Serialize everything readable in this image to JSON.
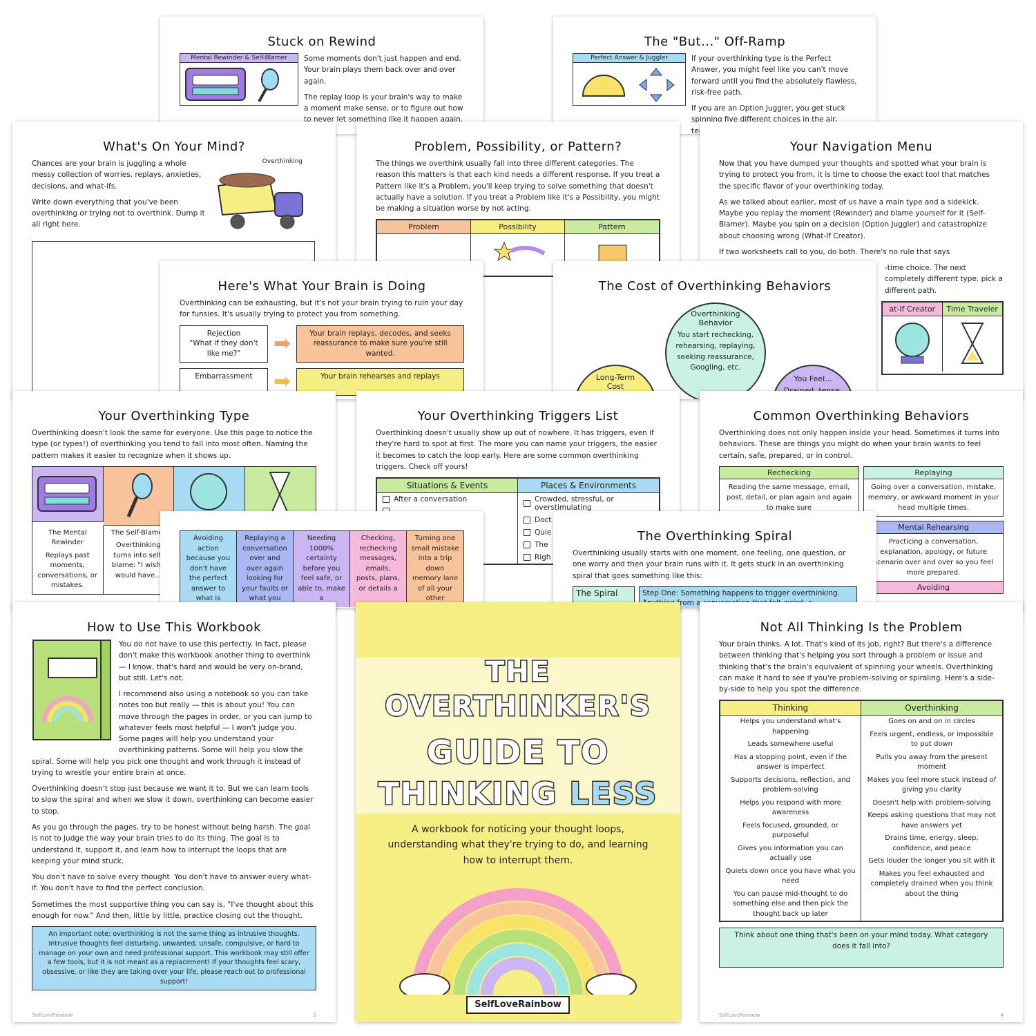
{
  "rewind": {
    "title": "Stuck on Rewind",
    "label": "Mental Rewinder & Self-Blamer",
    "p1": "Some moments don't just happen and end. Your brain plays them back over and over again.",
    "p2": "The replay loop is your brain's way to make a moment make sense, or to figure out how to never let something like it happen again. The"
  },
  "offramp": {
    "title": "The \"But...\" Off-Ramp",
    "label": "Perfect Answer & Juggler",
    "p1": "If your overthinking type is the Perfect Answer, you might feel like you can't move forward until you find the absolutely flawless, risk-free path.",
    "p2": "If you are an Option Juggler, you get stuck spinning five different choices in the air, terrified that"
  },
  "mind": {
    "title": "What's On Your Mind?",
    "p1": "Chances are your brain is juggling a whole messy collection of worries, replays, anxieties, decisions, and what-ifs.",
    "p2": "Write down everything that you've been overthinking or trying not to overthink. Dump it all right here.",
    "truck_label": "Overthinking"
  },
  "ppp": {
    "title": "Problem, Possibility, or Pattern?",
    "p1": "The things we overthink usually fall into three different categories. The reason this matters is that each kind needs a different response. If you treat a Pattern like it's a Problem, you'll keep trying to solve something that doesn't actually have a solution. If you treat a Problem like it's a Possibility, you might be making a situation worse by not acting.",
    "cols": [
      "Problem",
      "Possibility",
      "Pattern"
    ]
  },
  "nav": {
    "title": "Your Navigation Menu",
    "p1": "Now that you have dumped your thoughts and spotted what your brain is trying to protect you from, it is time to choose the exact tool that matches the specific flavor of your overthinking today.",
    "p2": "As we talked about earlier, most of us have a main type and a sidekick. Maybe you replay the moment (Rewinder) and blame yourself for it (Self-Blamer). Maybe you spin on a decision (Option Juggler) and catastrophize about choosing wrong (What-If Creator).",
    "p3": "If two worksheets call to you, do both. There's no rule that says",
    "p4": "-time choice. The next completely different type. pick a different path.",
    "cols": [
      "at-If Creator",
      "Time Traveler"
    ]
  },
  "brain": {
    "title": "Here's What Your Brain is Doing",
    "p1": "Overthinking can be exhausting, but it's not your brain trying to ruin your day for funsies. It's usually trying to protect you from something.",
    "r1_title": "Rejection",
    "r1_q": "\"What if they don't like me?\"",
    "r1_a": "Your brain replays, decodes, and seeks reassurance to make sure you're still wanted.",
    "r2_title": "Embarrassment",
    "r2_a": "Your brain rehearses and replays"
  },
  "cost": {
    "title": "The Cost of Overthinking Behaviors",
    "center_title": "Overthinking Behavior",
    "center_text": "You start rechecking, rehearsing, replaying, seeking reassurance, Googling, etc.",
    "left_title": "Long-Term Cost",
    "right_title": "You Feel...",
    "right_text": "Drained, tense,"
  },
  "type": {
    "title": "Your Overthinking Type",
    "p1": "Overthinking doesn't look the same for everyone. Use this page to notice the type (or types!) of overthinking you tend to fall into most often. Naming the pattern makes it easier to recognize when it shows up.",
    "c1_name": "The Mental Rewinder",
    "c1_desc": "Replays past moments, conversations, or mistakes.",
    "c2_name": "The Self-Blamer",
    "c2_desc": "Overthinking turns into self-blame: \"I wish I would have..."
  },
  "triggers": {
    "title": "Your Overthinking Triggers List",
    "p1": "Overthinking doesn't usually show up out of nowhere. It has triggers, even if they're hard to spot at first. The more you can name your triggers, the easier it becomes to catch the loop early. Here are some common overthinking triggers. Check off yours!",
    "h1": "Situations & Events",
    "h2": "Places & Environments",
    "i1": "After a conversation",
    "i2": "Crowded, stressful, or overstimulating",
    "i3": "Doct",
    "i4": "Quie",
    "i5": "The",
    "i6": "Righ after"
  },
  "behaviors": {
    "title": "Common Overthinking Behaviors",
    "p1": "Overthinking does not only happen inside your head. Sometimes it turns into behaviors. These are things you might do when your brain wants to feel certain, safe, prepared, or in control.",
    "b1": "Rechecking",
    "b1_desc": "Reading the same message, email, post, detail, or plan again and again to make sure",
    "b2": "Replaying",
    "b2_desc": "Going over a conversation, mistake, memory, or awkward moment in your head multiple times.",
    "b3": "Mental Rehearsing",
    "b3_desc": "Practicing a conversation, explanation, apology, or future scenario over and over so you feel more prepared.",
    "b4": "Avoiding"
  },
  "colorcols": {
    "items": [
      "Avoiding action because you don't have the perfect answer to what is",
      "Replaying a conversation over and over again looking for your faults or what you",
      "Needing 1000% certainty before you feel safe, or able to, make a",
      "Checking, rechecking messages, emails, posts, plans, or details a",
      "Turning one small mistake into a trip down memory lane of all your other"
    ]
  },
  "spiral": {
    "title": "The Overthinking Spiral",
    "p1": "Overthinking usually starts with one moment, one feeling, one question, or one worry and then your brain runs with it. It gets stuck in an overthinking spiral that goes something like this:",
    "label": "The Spiral",
    "step1": "Step One: Something happens to trigger overthinking. Anything from a conversation that felt weird, a"
  },
  "howto": {
    "title": "How to Use This Workbook",
    "p1": "You do not have to use this perfectly. In fact, please don't make this workbook another thing to overthink — I know, that's hard and would be very on-brand, but still. Let's not.",
    "p2": "I recommend also using a notebook so you can take notes too but really — this is about you! You can move through the pages in order, or you can jump to whatever feels most helpful — I won't judge you. Some pages will help you understand your overthinking patterns. Some will help you slow the spiral. Some will help you pick one thought and work through it instead of trying to wrestle your entire brain at once.",
    "p3": "Overthinking doesn't stop just because we want it to. But we can learn tools to slow the spiral and when we slow it down, overthinking can become easier to stop.",
    "p4": "As you go through the pages, try to be honest without being harsh. The goal is not to judge the way your brain tries to do its thing. The goal is to understand it, support it, and learn how to interrupt the loops that are keeping your mind stuck.",
    "p5": "You don't have to solve every thought. You don't have to answer every what-if. You don't have to find the perfect conclusion.",
    "p6": "Sometimes the most supportive thing you can say is, \"I've thought about this enough for now.\" And then, little by little, practice closing out the thought.",
    "note": "An important note: overthinking is not the same thing as intrusive thoughts. Intrusive thoughts feel disturbing, unwanted, unsafe, compulsive, or hard to manage on your own and need professional support. This workbook may still offer a few tools, but it is not meant as a replacement! If your thoughts feel scary, obsessive, or like they are taking over your life, please reach out to professional support!",
    "footer_brand": "SelfLoveRainbow",
    "footer_page": "2"
  },
  "cover": {
    "line1": "THE",
    "line2": "OVERTHINKER'S",
    "line3": "GUIDE TO",
    "line4a": "THINKING",
    "line4b": "LESS",
    "subtitle": "A workbook for noticing your thought loops, understanding what they're trying to do, and learning how to interrupt them.",
    "brand": "SelfLoveRainbow"
  },
  "thinking": {
    "title": "Not All Thinking Is the Problem",
    "p1": "Your brain thinks. A lot. That's kind of its job, right? But there's a difference between thinking that's helping you sort through a problem or issue and thinking that's the brain's equivalent of spinning your wheels. Overthinking can make it hard to see if you're problem-solving or spiraling. Here's a side-by-side to help you spot the difference.",
    "h1": "Thinking",
    "h2": "Overthinking",
    "left": [
      "Helps you understand what's happening",
      "Leads somewhere useful",
      "Has a stopping point, even if the answer is imperfect",
      "Supports decisions, reflection, and problem-solving",
      "Helps you respond with more awareness",
      "Feels focused, grounded, or purposeful",
      "Gives you information you can actually use",
      "Quiets down once you have what you need",
      "You can pause mid-thought to do something else and then pick the thought back up later"
    ],
    "right": [
      "Goes on and on in circles",
      "Feels urgent, endless, or impossible to put down",
      "Pulls you away from the present moment",
      "Makes you feel more stuck instead of giving you clarity",
      "Doesn't help with problem-solving",
      "Keeps asking questions that may not have answers yet",
      "Drains time, energy, sleep, confidence, and peace",
      "Gets louder the longer you sit with it",
      "Makes you feel exhausted and completely drained when you think about the thing"
    ],
    "prompt": "Think about one thing that's been on your mind today. What category does it fall into?",
    "footer_brand": "SelfLoveRainbow",
    "footer_page": "4"
  },
  "colors": {
    "purple": "#c9b6f2",
    "blue": "#a9dcf3",
    "green": "#c8eba0",
    "peach": "#f9c49c",
    "yellow": "#f8ef84",
    "mint": "#c9f2e3",
    "pink": "#f6b9dc"
  }
}
